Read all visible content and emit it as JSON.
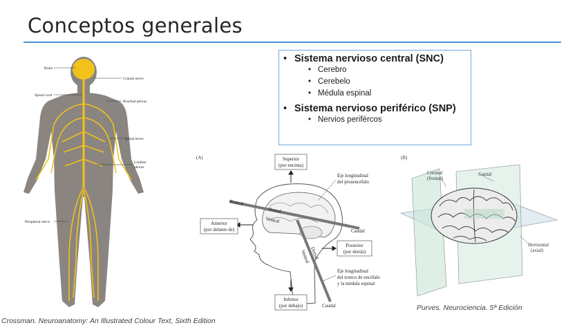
{
  "slide": {
    "title": "Conceptos generales"
  },
  "box": {
    "items": [
      {
        "heading": "Sistema nervioso central (SNC)",
        "subs": [
          "Cerebro",
          "Cerebelo",
          "Médula espinal"
        ]
      },
      {
        "heading": "Sistema nervioso periférico (SNP)",
        "subs": [
          "Nervios perifércos"
        ]
      }
    ]
  },
  "figure_body": {
    "labels": {
      "brain": "Brain",
      "cranial_nerve": "Cranial nerve",
      "spinal_cord": "Spinal cord",
      "brachial_plexus": "Brachial plexus",
      "spinal_nerve": "Spinal nerve",
      "lumbar_plexus_1": "Lumbar",
      "lumbar_plexus_2": "plexus",
      "peripheral_nerve": "Peripheral nerve"
    },
    "colors": {
      "body": "#8a8580",
      "nerves": "#f2c21b"
    }
  },
  "figure_axes": {
    "panel_label": "(A)",
    "superior_1": "Superior",
    "superior_2": "(por encima)",
    "eje_pros_1": "Eje longitudinal",
    "eje_pros_2": "del prosencéfalo",
    "rostral": "Rostral",
    "dorsal": "Dorsal",
    "ventral": "Ventral",
    "caudal": "Caudal",
    "anterior_1": "Anterior",
    "anterior_2": "(por delante de)",
    "posterior_1": "Posterior",
    "posterior_2": "(por detrás)",
    "dorsal2": "Dorsal",
    "ventral2": "Ventral",
    "eje_tronco_1": "Eje longitudinal",
    "eje_tronco_2": "del tronco de encéfalo",
    "eje_tronco_3": "y la médula espinal",
    "inferior_1": "Inferior",
    "inferior_2": "(por debajo)",
    "caudal2": "Caudal"
  },
  "figure_planes": {
    "panel_label": "(B)",
    "coronal_1": "Coronal",
    "coronal_2": "(frontal)",
    "sagital": "Sagital",
    "horizontal_1": "Horizontal",
    "horizontal_2": "(axial)"
  },
  "captions": {
    "left": "Crossman. Neuroanatomy: An Illustrated Colour Text, Sixth Edition",
    "right": "Purves. Neurociencia. 5ª Edición"
  }
}
